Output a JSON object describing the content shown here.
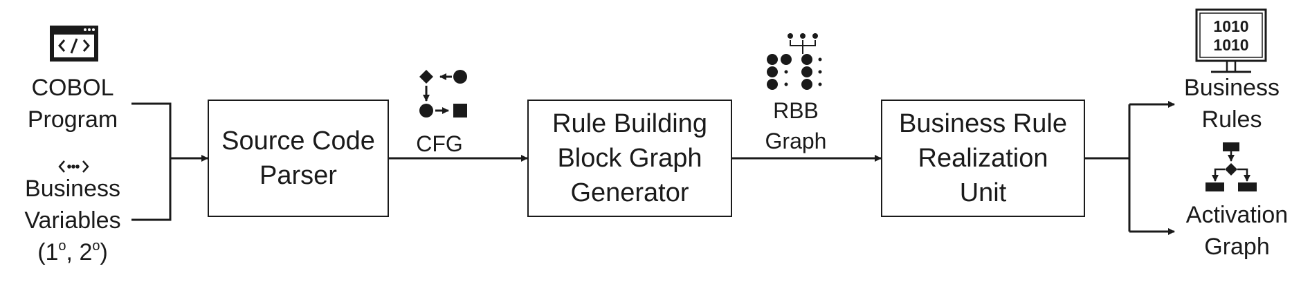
{
  "inputs": {
    "cobol": {
      "icon": "code-window-icon",
      "line1": "COBOL",
      "line2": "Program"
    },
    "variables": {
      "icon": "variable-brackets-icon",
      "line1": "Business",
      "line2": "Variables",
      "line3_a": "(1",
      "sup1": "o",
      "line3_b": ", 2",
      "sup2": "o",
      "line3_c": ")"
    }
  },
  "blocks": {
    "parser": {
      "line1": "Source Code",
      "line2": "Parser"
    },
    "rbb_gen": {
      "line1": "Rule Building",
      "line2": "Block Graph",
      "line3": "Generator"
    },
    "realization": {
      "line1": "Business Rule",
      "line2": "Realization",
      "line3": "Unit"
    }
  },
  "edges": {
    "cfg": {
      "icon": "control-flow-graph-icon",
      "label": "CFG"
    },
    "rbb": {
      "icon": "dot-graph-icon",
      "line1": "RBB",
      "line2": "Graph"
    }
  },
  "outputs": {
    "rules": {
      "icon": "binary-monitor-icon",
      "line1": "Business",
      "line2": "Rules"
    },
    "activation": {
      "icon": "flowchart-icon",
      "line1": "Activation",
      "line2": "Graph"
    }
  },
  "colors": {
    "stroke": "#1a1a1a",
    "background": "#ffffff"
  }
}
